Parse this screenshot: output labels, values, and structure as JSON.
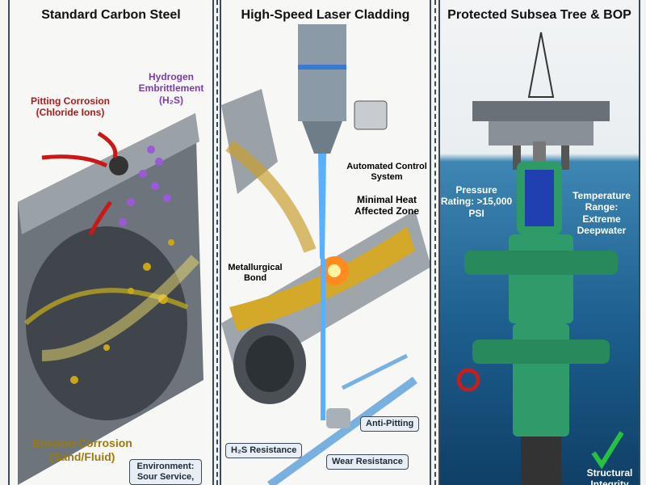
{
  "panels": [
    {
      "title": "Standard Carbon Steel",
      "labels": {
        "hydrogen": "Hydrogen Embrittlement",
        "h2s": "(H₂S)",
        "pitting": "Pitting Corrosion (Chloride Ions)",
        "erosion": "Erosion-Corrosion (Sand/Fluid)",
        "environment": "Environment: Sour Service,"
      }
    },
    {
      "title": "High-Speed Laser Cladding",
      "labels": {
        "control": "Automated Control System",
        "haz": "Minimal Heat Affected Zone",
        "bond": "Metallurgical Bond",
        "anti_pitting": "Anti-Pitting",
        "h2s_res": "H₂S Resistance",
        "wear": "Wear Resistance"
      }
    },
    {
      "title": "Protected Subsea Tree & BOP",
      "labels": {
        "pressure": "Pressure Rating: >15,000 PSI",
        "temperature": "Temperature Range: Extreme Deepwater",
        "integrity": "Structural Integrity"
      }
    }
  ],
  "colors": {
    "corrosion": "#b01818",
    "hydrogen": "#7a3bb0",
    "erosion": "#9a7a10",
    "tree": "#2f9a6a",
    "laser": "#3aa0ff"
  }
}
